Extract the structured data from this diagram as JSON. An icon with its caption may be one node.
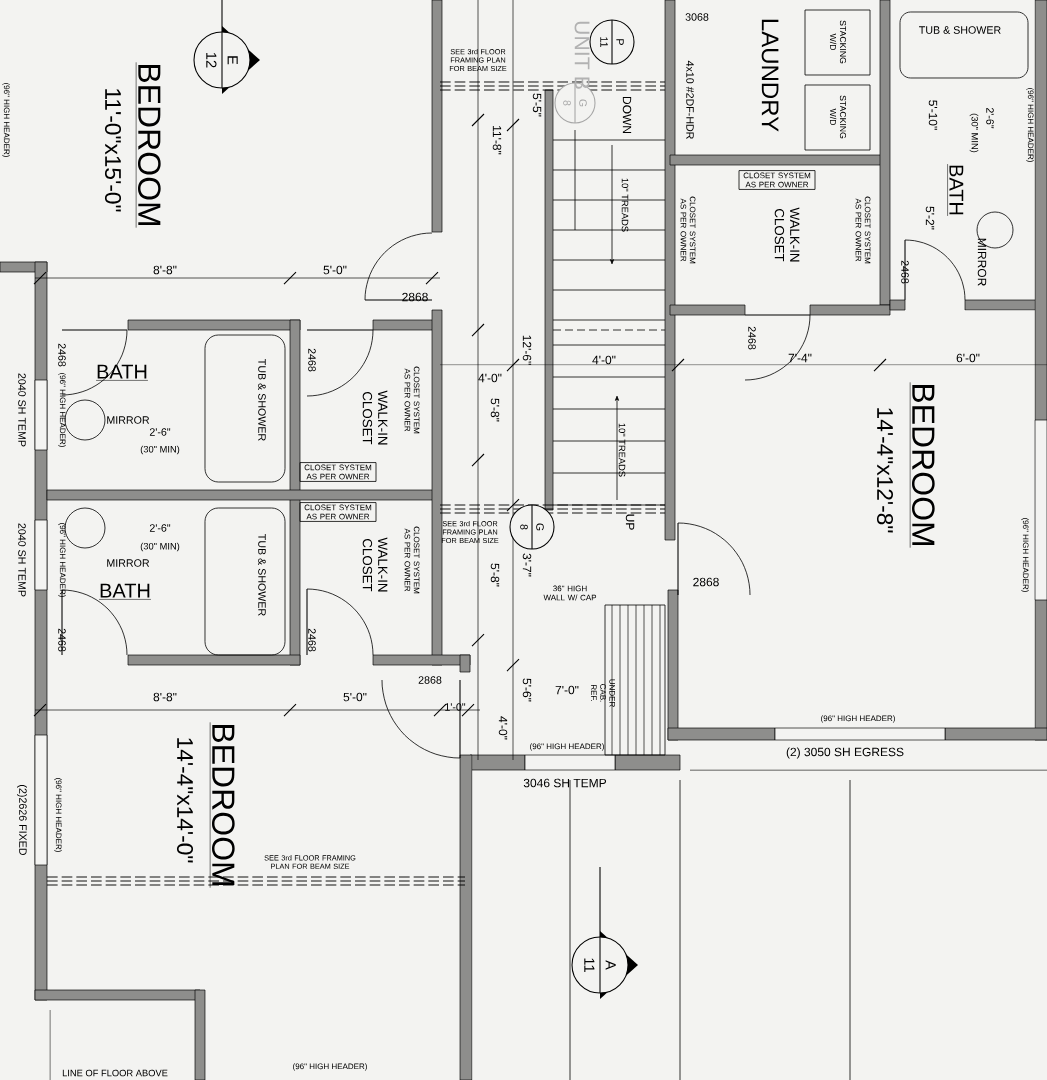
{
  "diagram": {
    "nodes": [
      {
        "text": [
          "E",
          "12"
        ]
      },
      {
        "text": [
          "P",
          "11"
        ]
      },
      {
        "text": [
          "G",
          "8"
        ]
      },
      {
        "text": [
          "G",
          "8"
        ]
      },
      {
        "text": [
          "A",
          "11"
        ]
      }
    ],
    "labels": [
      "(96\" HIGH HEADER)",
      "11'-0\"x15'-0\"",
      "BEDROOM",
      "SEE 3rd FLOOR FRAMING PLAN FOR BEAM SIZE",
      "UNIT B",
      "3068",
      "4x10 #2DF-HDR",
      "DOWN",
      "LAUNDRY",
      "STACKING W/D",
      "STACKING W/D",
      "TUB & SHOWER",
      "5'-10\"",
      "2'-6\"",
      "(30\" MIN)",
      "(96\" HIGH HEADER)",
      "BATH",
      "CLOSET SYSTEM AS PER OWNER",
      "5'-2\"",
      "CLOSET SYSTEM AS PER OWNER",
      "WALK-IN CLOSET",
      "CLOSET SYSTEM AS PER OWNER",
      "MIRROR",
      "2468",
      "11'-8\"",
      "5'-5\"",
      "10\" TREADS",
      "8'-8\"",
      "5'-0\"",
      "2868",
      "12'-6\"",
      "2468",
      "2468",
      "2468",
      "BATH",
      "4'-0\"",
      "4'-0\"",
      "7'-4\"",
      "6'-0\"",
      "2040 SH TEMP",
      "(96\" HIGH HEADER)",
      "MIRROR",
      "2'-6\"",
      "(30\" MIN)",
      "TUB & SHOWER",
      "WALK-IN CLOSET",
      "CLOSET SYSTEM AS PER OWNER",
      "5'-8\"",
      "14'-4\"x12'-8\"",
      "BEDROOM",
      "10\" TREADS",
      "CLOSET SYSTEM AS PER OWNER",
      "CLOSET SYSTEM AS PER OWNER",
      "SEE 3rd FLOOR FRAMING PLAN FOR BEAM SIZE",
      "UP",
      "2'-6\"",
      "(30\" MIN)",
      "2040 SH TEMP",
      "(96\" HIGH HEADER)",
      "MIRROR",
      "TUB & SHOWER",
      "WALK-IN CLOSET",
      "CLOSET SYSTEM AS PER OWNER",
      "3'-7\"",
      "5'-8\"",
      "(96\" HIGH HEADER)",
      "BATH",
      "36\" HIGH WALL W/ CAP",
      "2868",
      "2468",
      "2468",
      "2868",
      "5'-6\"",
      "UNDER CAB. REF.",
      "8'-8\"",
      "5'-0\"",
      "1'-0\"",
      "7'-0\"",
      "4'-0\"",
      "(96\" HIGH HEADER)",
      "(96\" HIGH HEADER)",
      "(2) 3050 SH EGRESS",
      "3046 SH TEMP",
      "14'-4\"x14'-0\"",
      "BEDROOM",
      "(2)2626 FIXED",
      "(96\" HIGH HEADER)",
      "SEE 3rd FLOOR FRAMING PLAN FOR BEAM SIZE",
      "(96\" HIGH HEADER)",
      "LINE OF FLOOR ABOVE"
    ]
  }
}
